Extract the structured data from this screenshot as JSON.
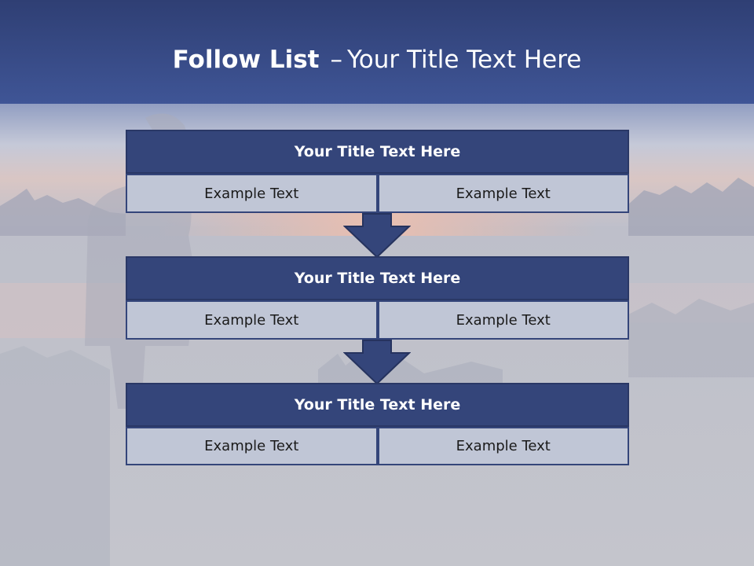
{
  "title": {
    "bold": "Follow List",
    "dash": "–",
    "rest": "Your Title Text Here"
  },
  "blocks": [
    {
      "title": "Your Title Text Here",
      "cells": [
        "Example Text",
        "Example Text"
      ]
    },
    {
      "title": "Your Title Text Here",
      "cells": [
        "Example Text",
        "Example Text"
      ]
    },
    {
      "title": "Your Title Text Here",
      "cells": [
        "Example Text",
        "Example Text"
      ]
    }
  ],
  "colors": {
    "header_band": "#3d5290",
    "block_title": "#34457a",
    "cell_fill": "#c0c6d6",
    "page_bottom": "#c3c4cb"
  }
}
